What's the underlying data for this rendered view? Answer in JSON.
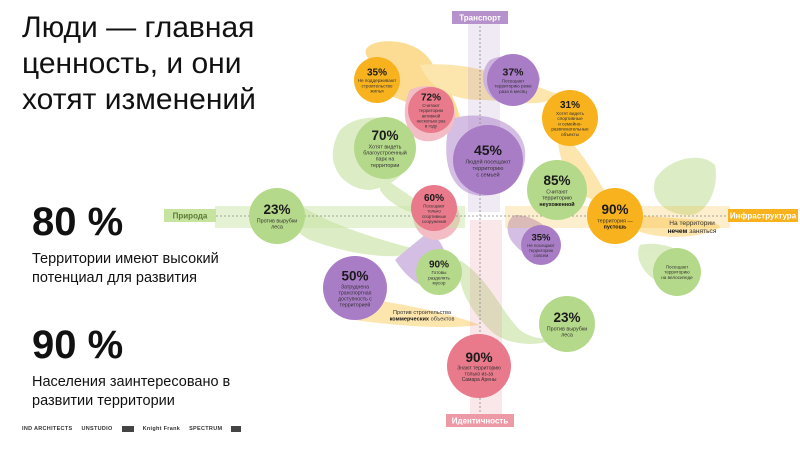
{
  "headline": [
    "Люди — главная",
    "ценность, и они",
    "хотят изменений"
  ],
  "stats": [
    {
      "value": "80 %",
      "label": "Территории имеют высокий потенциал для развития"
    },
    {
      "value": "90 %",
      "label": "Населения заинтересовано в развитии территории"
    }
  ],
  "axes": {
    "top": "Транспорт",
    "bottom": "Идентичность",
    "left": "Природа",
    "right": "Инфраструктура"
  },
  "colors": {
    "purple": "#a97cc6",
    "pink": "#e87a8c",
    "orange": "#f7b21d",
    "green": "#b5d98a",
    "nature_stripe": "#c6e3a0",
    "infra_stripe": "#f7b21d",
    "transport_stripe": "#ad8cc8",
    "identity_stripe": "#e9939f"
  },
  "bubbles": [
    {
      "value": "35%",
      "lines": [
        "Не поддерживают",
        "строительство",
        "жилья"
      ],
      "color": "orange"
    },
    {
      "value": "72%",
      "lines": [
        "Считают",
        "территорию",
        "активной",
        "несколько раз",
        "в году"
      ],
      "color": "pink"
    },
    {
      "value": "37%",
      "lines": [
        "Посещают",
        "территорию реже",
        "раза в месяц"
      ],
      "color": "purple"
    },
    {
      "value": "31%",
      "lines": [
        "Хотят видеть",
        "спортивные",
        "и семейно-",
        "развлекательные",
        "объекты"
      ],
      "color": "orange"
    },
    {
      "value": "70%",
      "lines": [
        "Хотят видеть",
        "благоустроенный",
        "парк на",
        "территории"
      ],
      "color": "green"
    },
    {
      "value": "45%",
      "lines": [
        "Людей посещают",
        "территорию",
        "с семьей"
      ],
      "color": "purple"
    },
    {
      "value": "85%",
      "lines": [
        "Считают",
        "территорию",
        "неухоженной"
      ],
      "bold_line": 2,
      "color": "green"
    },
    {
      "value": "60%",
      "lines": [
        "Посещают",
        "только",
        "спортивные",
        "сооружения"
      ],
      "color": "pink"
    },
    {
      "value": "23%",
      "lines": [
        "Против вырубки",
        "леса"
      ],
      "color": "green"
    },
    {
      "value": "90%",
      "lines": [
        "территория —",
        "пустошь"
      ],
      "bold_line": 1,
      "color": "orange"
    },
    {
      "value": "35%",
      "lines": [
        "Не посещают",
        "территорию",
        "совсем"
      ],
      "color": "purple"
    },
    {
      "value": "90%",
      "lines": [
        "Готовы",
        "разделять",
        "мусор"
      ],
      "color": "green"
    },
    {
      "value": "50%",
      "lines": [
        "Затруднена",
        "транспортная",
        "доступность с",
        "территорией"
      ],
      "color": "purple"
    },
    {
      "value": "23%",
      "lines": [
        "Против вырубки",
        "леса"
      ],
      "color": "green"
    },
    {
      "value": "90%",
      "lines": [
        "Знают территорию",
        "только из-за",
        "Самара Арены"
      ],
      "color": "pink"
    },
    {
      "value": "",
      "lines": [
        "Посещают",
        "территорию",
        "на велосипеде"
      ],
      "color": "green"
    }
  ],
  "free_labels": [
    {
      "lines": [
        "Против строительства",
        "коммерческих объектов"
      ],
      "bold_word": "коммерческих"
    },
    {
      "lines": [
        "На территории",
        "нечем заняться"
      ],
      "bold_word": "нечем"
    }
  ],
  "logos": [
    "IND ARCHITECTS",
    "UNSTUDIO",
    "",
    "Knight Frank",
    "SPECTRUM",
    ""
  ]
}
